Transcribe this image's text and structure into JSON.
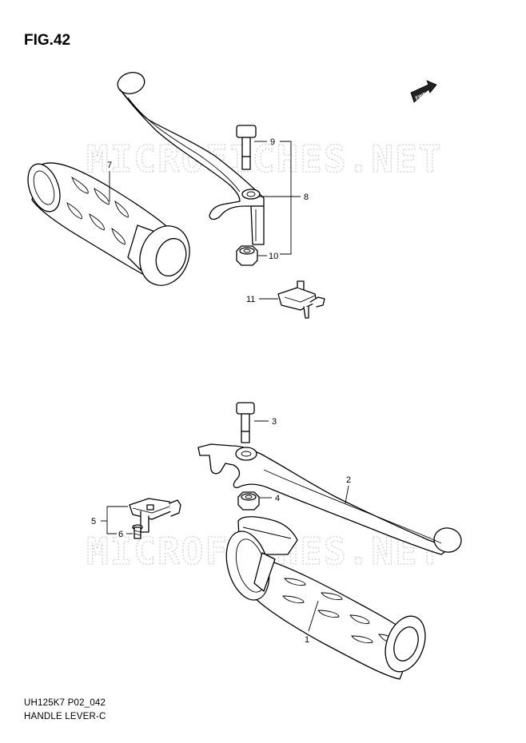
{
  "figure": {
    "label": "FIG.42",
    "code": "UH125K7 P02_042",
    "name": "HANDLE LEVER-C"
  },
  "watermark": "MICROFICHES.NET",
  "fwd_badge": "FWD",
  "callouts": {
    "c1": "1",
    "c2": "2",
    "c3": "3",
    "c4": "4",
    "c5": "5",
    "c6": "6",
    "c7": "7",
    "c8": "8",
    "c9": "9",
    "c10": "10",
    "c11": "11"
  }
}
